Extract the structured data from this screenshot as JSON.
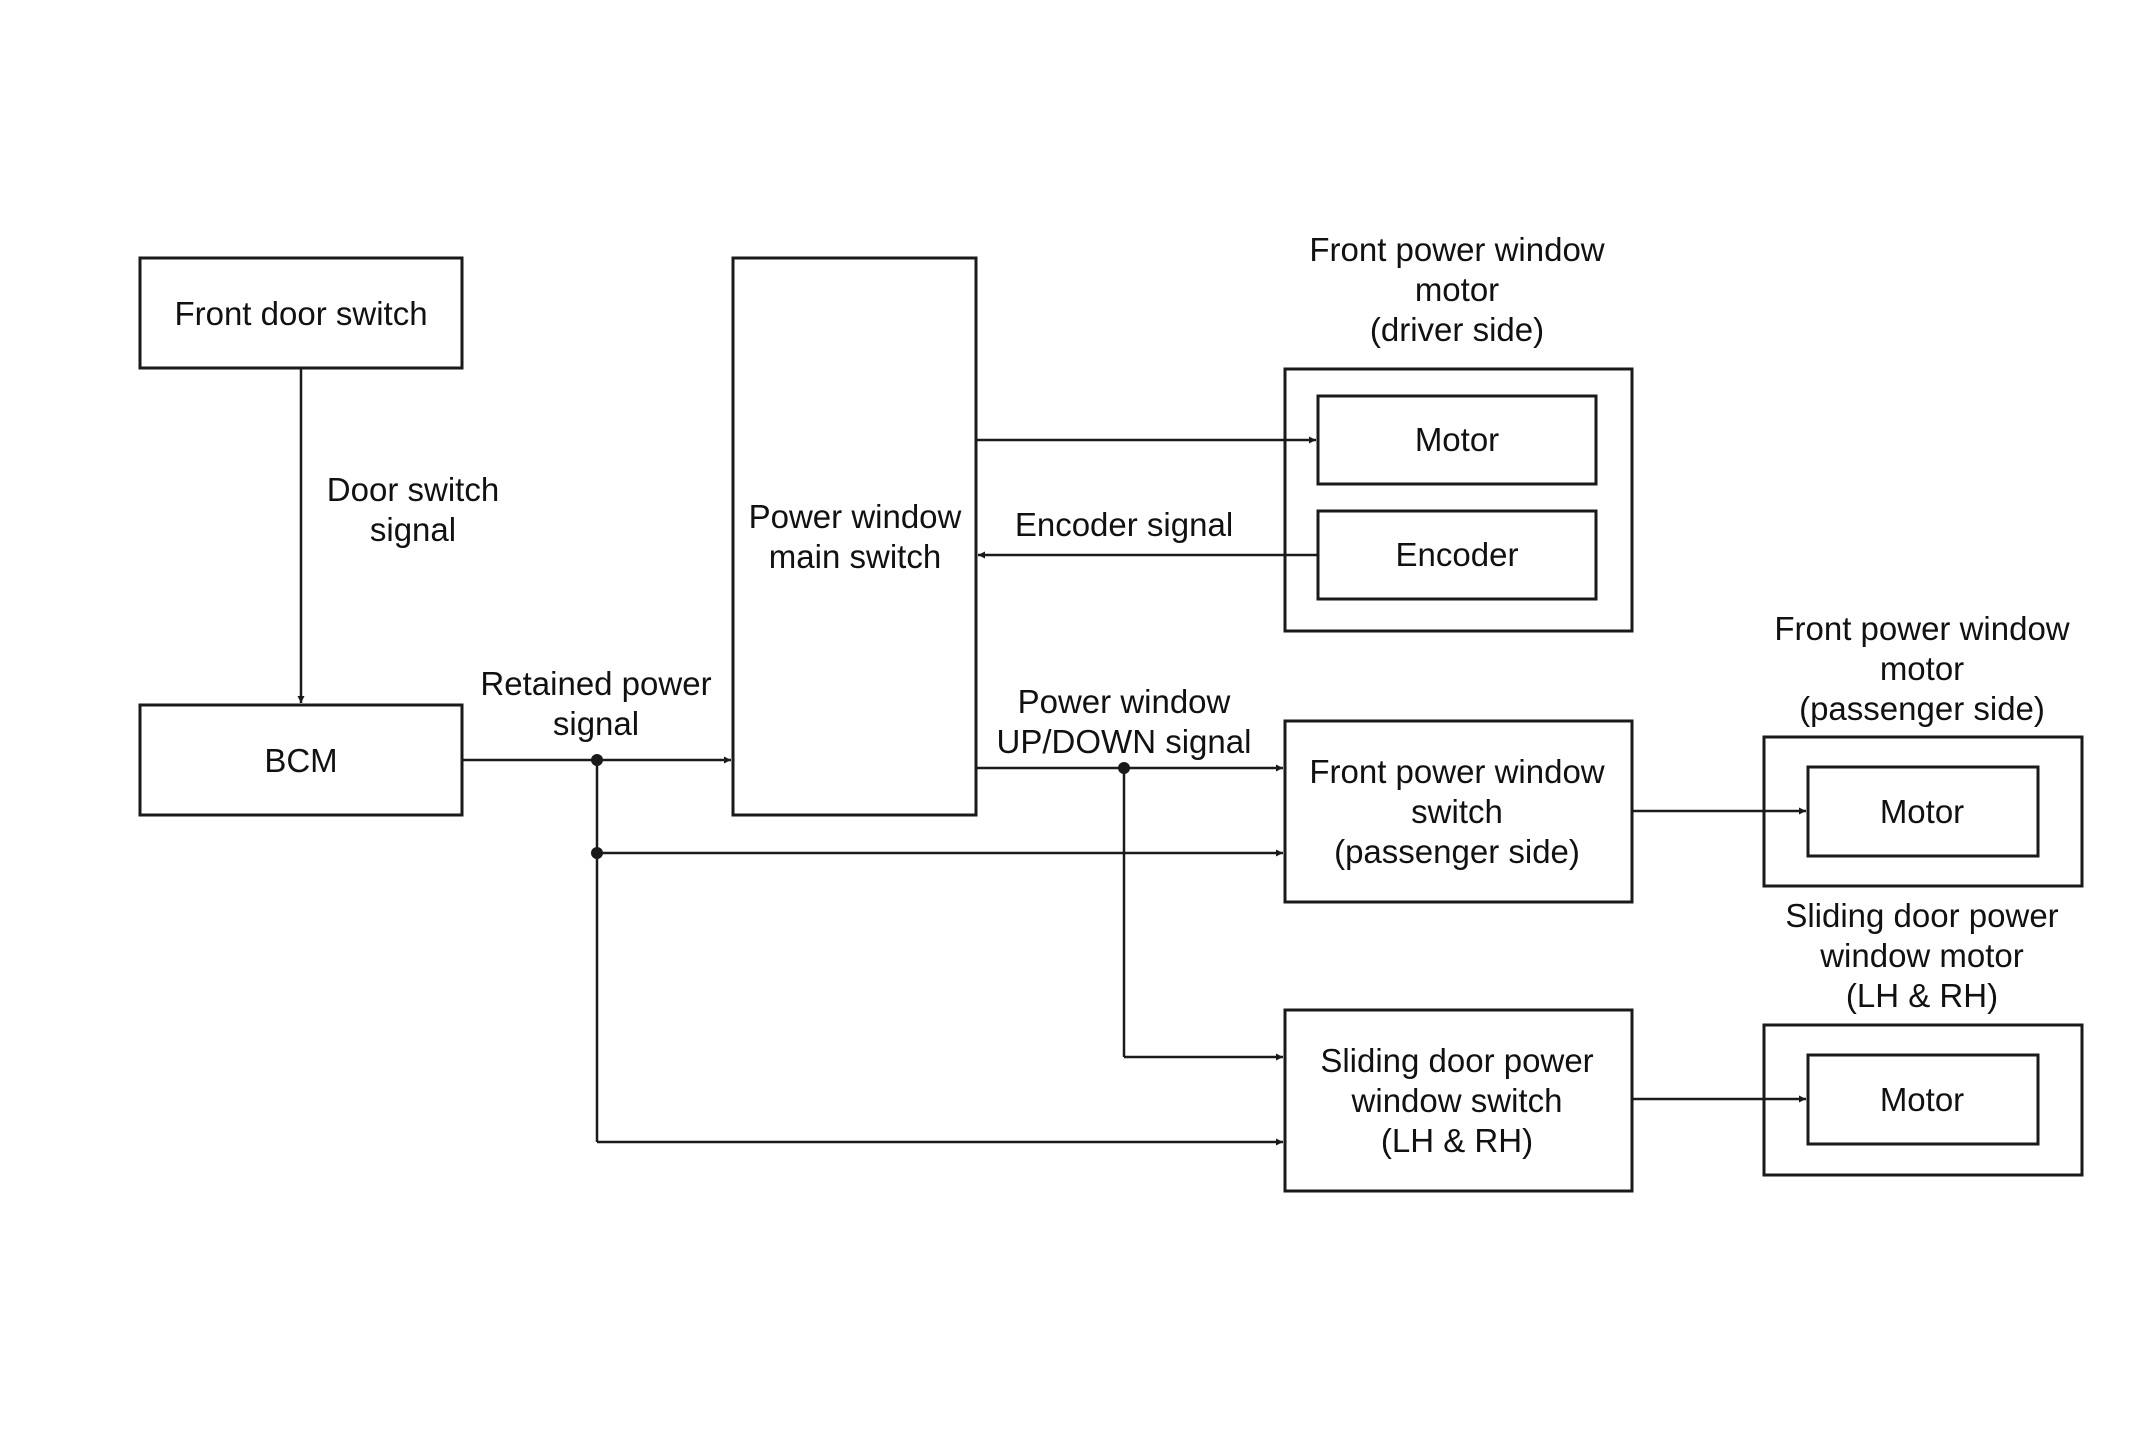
{
  "blocks": {
    "front_door_switch": "Front door switch",
    "bcm": "BCM",
    "main_switch": [
      "Power window",
      "main switch"
    ],
    "driver_motor_group": [
      "Front power window",
      "motor",
      "(driver side)"
    ],
    "driver_motor": "Motor",
    "driver_encoder": "Encoder",
    "passenger_switch": [
      "Front power window",
      "switch",
      "(passenger side)"
    ],
    "passenger_motor_group": [
      "Front power window",
      "motor",
      "(passenger side)"
    ],
    "passenger_motor": "Motor",
    "sliding_switch": [
      "Sliding door power",
      "window switch",
      "(LH & RH)"
    ],
    "sliding_motor_group": [
      "Sliding door power",
      "window motor",
      "(LH & RH)"
    ],
    "sliding_motor": "Motor"
  },
  "signals": {
    "door_switch": [
      "Door switch",
      "signal"
    ],
    "retained_power": [
      "Retained power",
      "signal"
    ],
    "encoder": "Encoder signal",
    "up_down": [
      "Power window",
      "UP/DOWN signal"
    ]
  }
}
